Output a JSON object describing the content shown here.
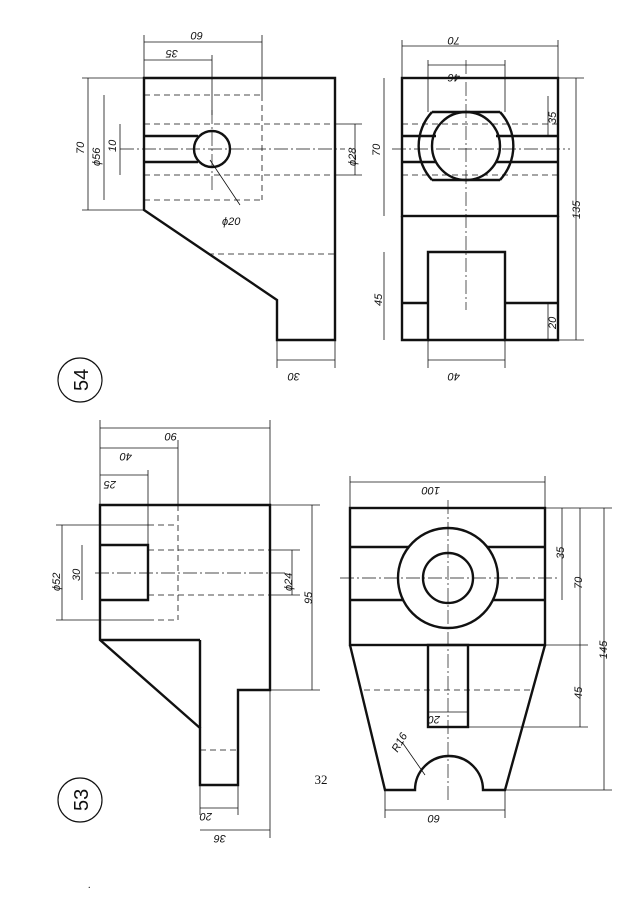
{
  "page": {
    "number": "32",
    "mark": "."
  },
  "figure54": {
    "label": "54",
    "side_view": {
      "d60": "60",
      "d35": "35",
      "d70": "70",
      "d56": "ϕ56",
      "d10": "10",
      "d20": "ϕ20",
      "d28": "ϕ28",
      "d30": "30"
    },
    "front_view": {
      "d70top": "70",
      "d46": "46",
      "d35": "35",
      "d70": "70",
      "d135": "135",
      "d45": "45",
      "d20": "20",
      "d40": "40"
    }
  },
  "figure53": {
    "label": "53",
    "side_view": {
      "d90": "90",
      "d40": "40",
      "d25": "25",
      "d52": "ϕ52",
      "d30": "30",
      "d24": "ϕ24",
      "d95": "95",
      "d20": "20",
      "d36": "36"
    },
    "front_view": {
      "d100": "100",
      "d35": "35",
      "d70": "70",
      "d145": "145",
      "d45": "45",
      "d20": "20",
      "dR16": "R16",
      "d60": "60"
    }
  }
}
